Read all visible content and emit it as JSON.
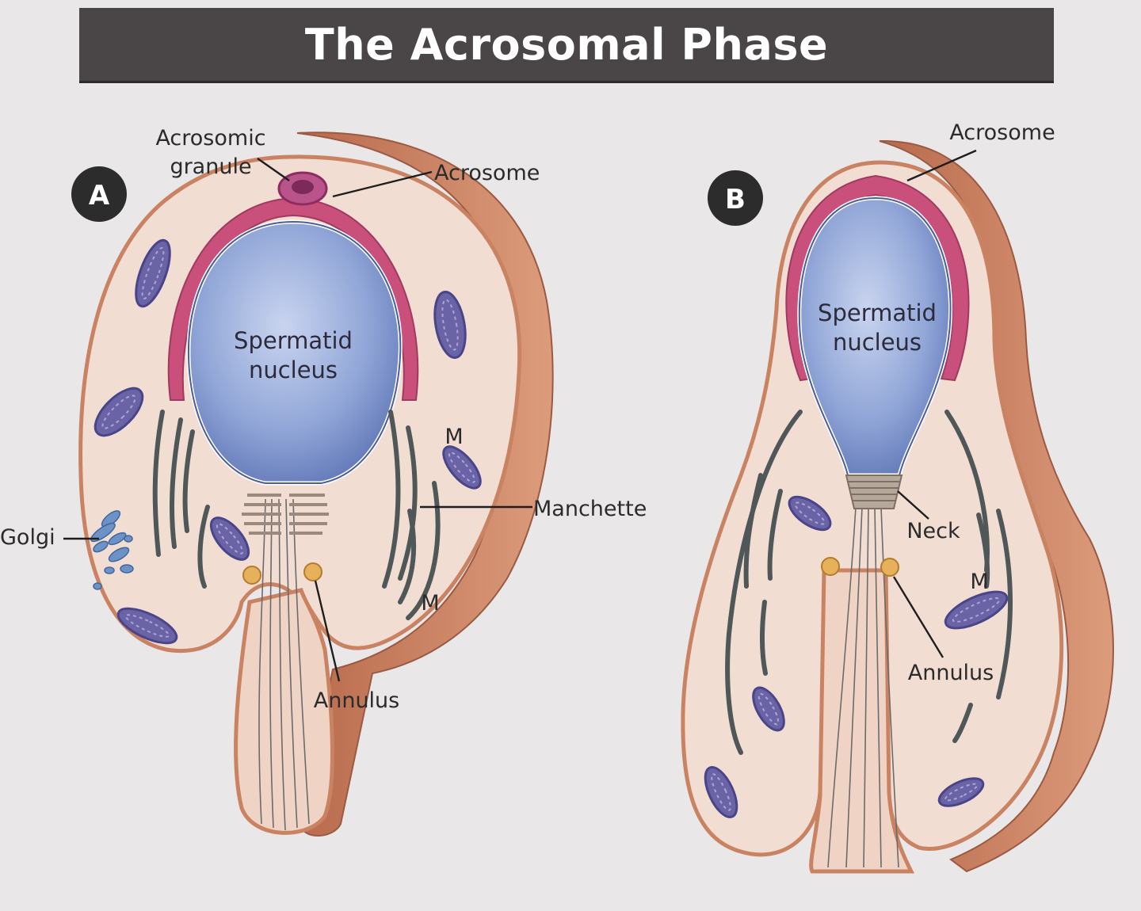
{
  "title": "The Acrosomal Phase",
  "panels": {
    "a": {
      "badge": "A",
      "nucleus_line1": "Spermatid",
      "nucleus_line2": "nucleus",
      "acrosomic_granule_line1": "Acrosomic",
      "acrosomic_granule_line2": "granule",
      "acrosome": "Acrosome",
      "golgi": "Golgi",
      "manchette": "Manchette",
      "mito_upper": "M",
      "mito_lower": "M",
      "annulus": "Annulus"
    },
    "b": {
      "badge": "B",
      "nucleus_line1": "Spermatid",
      "nucleus_line2": "nucleus",
      "acrosome": "Acrosome",
      "neck": "Neck",
      "mito": "M",
      "annulus": "Annulus"
    }
  },
  "colors": {
    "title_bar": "#4a4546",
    "background": "#e9e7e8",
    "cytoplasm": "#f2ddd3",
    "membrane_rim": "#cf8a69",
    "acrosome": "#c9507a",
    "nucleus": "#8ea4d6",
    "mitochondria": "#6a64a6",
    "golgi": "#6d93c6",
    "annulus": "#e6b15a"
  }
}
